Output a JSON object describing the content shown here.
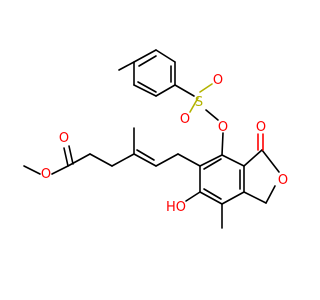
{
  "diagram": {
    "type": "chemical-structure",
    "atom_labels": {
      "o_ts_link": "O",
      "s_sulfonyl": "S",
      "o_sulfonyl_left": "O",
      "o_sulfonyl_right": "O",
      "o_lactone_carbonyl": "O",
      "o_lactone_ring": "O",
      "oh_phenol": "HO",
      "o_ester_ether": "O",
      "o_ester_carbonyl": "O"
    },
    "colors": {
      "bond": "#000000",
      "oxygen": "#ff0000",
      "sulfur": "#b3b300"
    }
  }
}
